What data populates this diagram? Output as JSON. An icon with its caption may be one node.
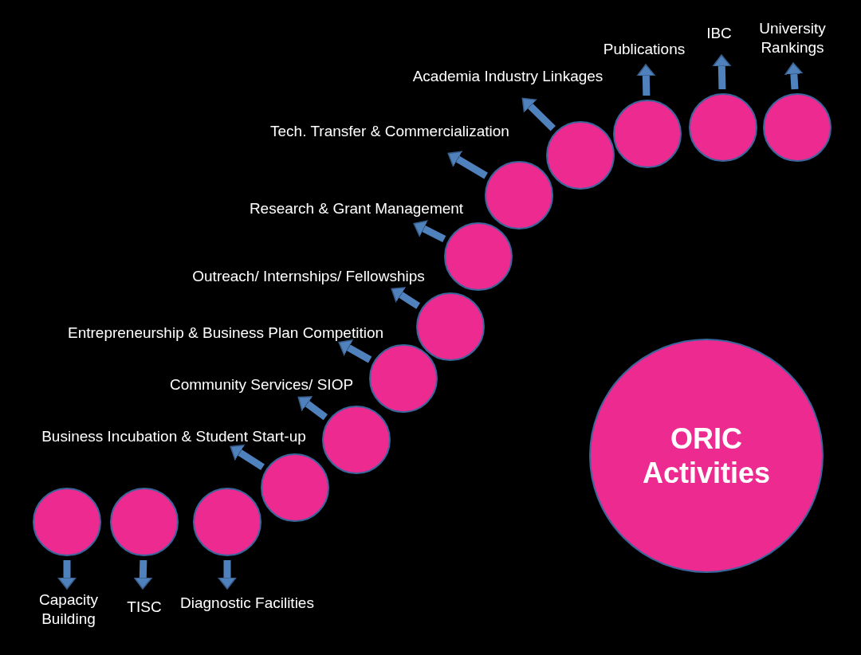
{
  "diagram": {
    "nodes": [
      {
        "text": [],
        "shape": "circle"
      },
      {
        "text": [],
        "shape": "circle"
      },
      {
        "text": [],
        "shape": "circle"
      },
      {
        "text": [],
        "shape": "circle"
      },
      {
        "text": [],
        "shape": "circle"
      },
      {
        "text": [],
        "shape": "circle"
      },
      {
        "text": [],
        "shape": "circle"
      },
      {
        "text": [],
        "shape": "circle"
      },
      {
        "text": [],
        "shape": "circle"
      },
      {
        "text": [],
        "shape": "circle"
      },
      {
        "text": [],
        "shape": "circle"
      },
      {
        "text": [],
        "shape": "circle"
      },
      {
        "text": [],
        "shape": "circle"
      },
      {
        "text": [
          "Capacity Building"
        ]
      },
      {
        "text": [
          "TISC"
        ]
      },
      {
        "text": [
          "Diagnostic Facilities"
        ]
      },
      {
        "text": [
          "Business Incubation & Student Start-up"
        ]
      },
      {
        "text": [
          "Community Services/ SIOP"
        ]
      },
      {
        "text": [
          "Entrepreneurship & Business Plan Competition"
        ]
      },
      {
        "text": [
          "Outreach/ Internships/ Fellowships"
        ]
      },
      {
        "text": [
          "Research & Grant Management"
        ]
      },
      {
        "text": [
          "Tech. Transfer & Commercialization"
        ]
      },
      {
        "text": [
          "Academia Industry Linkages"
        ]
      },
      {
        "text": [
          "Publications"
        ]
      },
      {
        "text": [
          "IBC"
        ]
      },
      {
        "text": [
          "University Rankings"
        ]
      },
      {
        "text": [
          "ORIC Activities"
        ]
      }
    ],
    "edges": [
      {
        "from": 0,
        "to": 13,
        "arrow": "to"
      },
      {
        "from": 1,
        "to": 14,
        "arrow": "to"
      },
      {
        "from": 2,
        "to": 15,
        "arrow": "to"
      },
      {
        "from": 3,
        "to": 16,
        "arrow": "to"
      },
      {
        "from": 4,
        "to": 17,
        "arrow": "to"
      },
      {
        "from": 5,
        "to": 18,
        "arrow": "to"
      },
      {
        "from": 6,
        "to": 19,
        "arrow": "to"
      },
      {
        "from": 7,
        "to": 20,
        "arrow": "to"
      },
      {
        "from": 8,
        "to": 21,
        "arrow": "to"
      },
      {
        "from": 9,
        "to": 22,
        "arrow": "to"
      },
      {
        "from": 10,
        "to": 23,
        "arrow": "to"
      },
      {
        "from": 11,
        "to": 24,
        "arrow": "to"
      },
      {
        "from": 12,
        "to": 25,
        "arrow": "to"
      }
    ]
  }
}
